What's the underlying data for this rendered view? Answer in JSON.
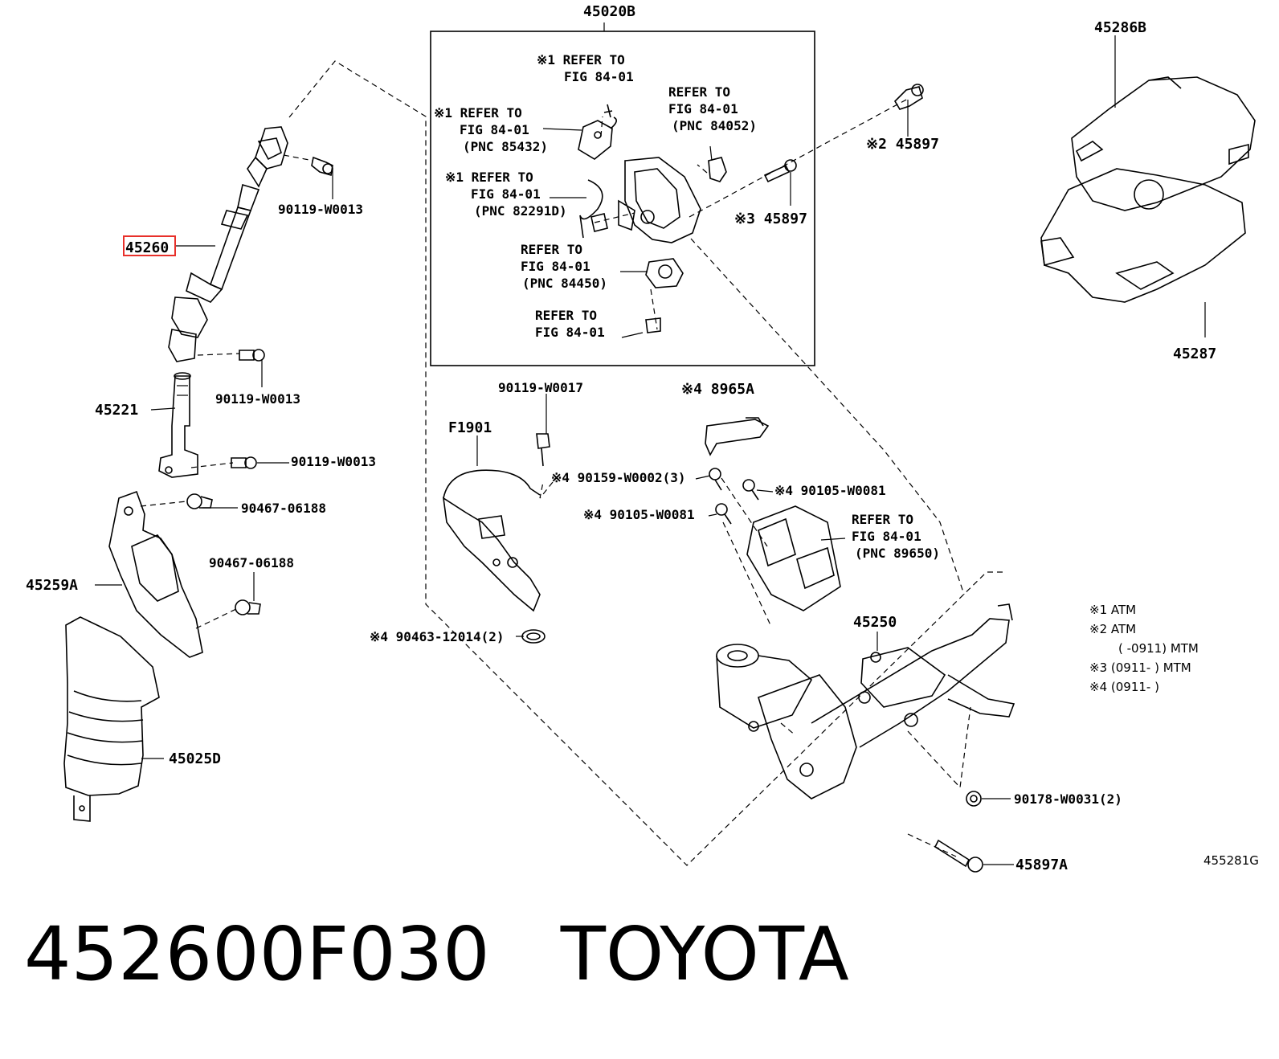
{
  "diagram": {
    "ref_code": "455281G",
    "highlighted_part": "45260",
    "highlight_color": "#e8302a",
    "group_box_label": "45020B",
    "callouts": [
      {
        "id": "c1",
        "text": "45020B"
      },
      {
        "id": "c2",
        "text": "45286B"
      },
      {
        "id": "c3",
        "text": "※2 45897"
      },
      {
        "id": "c4",
        "text": "※3 45897"
      },
      {
        "id": "c5",
        "text": "45287"
      },
      {
        "id": "c6",
        "text": "90119-W0013"
      },
      {
        "id": "c7",
        "text": "45260"
      },
      {
        "id": "c8",
        "text": "90119-W0013"
      },
      {
        "id": "c9",
        "text": "45221"
      },
      {
        "id": "c10",
        "text": "90119-W0013"
      },
      {
        "id": "c11",
        "text": "90467-06188"
      },
      {
        "id": "c12",
        "text": "90467-06188"
      },
      {
        "id": "c13",
        "text": "45259A"
      },
      {
        "id": "c14",
        "text": "45025D"
      },
      {
        "id": "c15",
        "text": "90119-W0017"
      },
      {
        "id": "c16",
        "text": "F1901"
      },
      {
        "id": "c17",
        "text": "※4 8965A"
      },
      {
        "id": "c18",
        "text": "※4 90159-W0002(3)"
      },
      {
        "id": "c19",
        "text": "※4 90105-W0081"
      },
      {
        "id": "c20",
        "text": "※4 90105-W0081"
      },
      {
        "id": "c21",
        "text": "※4 90463-12014(2)"
      },
      {
        "id": "c22",
        "text": "45250"
      },
      {
        "id": "c23",
        "text": "90178-W0031(2)"
      },
      {
        "id": "c24",
        "text": "45897A"
      }
    ],
    "refer_notes": [
      {
        "id": "r1",
        "lines": [
          "※1 REFER TO",
          "FIG 84-01"
        ]
      },
      {
        "id": "r2",
        "lines": [
          "※1 REFER TO",
          "FIG 84-01",
          "(PNC 85432)"
        ]
      },
      {
        "id": "r3",
        "lines": [
          "REFER TO",
          "FIG 84-01",
          "(PNC 84052)"
        ]
      },
      {
        "id": "r4",
        "lines": [
          "※1 REFER TO",
          "FIG 84-01",
          "(PNC 82291D)"
        ]
      },
      {
        "id": "r5",
        "lines": [
          "REFER TO",
          "FIG 84-01",
          "(PNC 84450)"
        ]
      },
      {
        "id": "r6",
        "lines": [
          "REFER TO",
          "FIG 84-01"
        ]
      },
      {
        "id": "r7",
        "lines": [
          "REFER TO",
          "FIG 84-01",
          "(PNC 89650)"
        ]
      }
    ],
    "legend": [
      "※1 ATM",
      "※2 ATM",
      "(    -0911) MTM",
      "※3 (0911-    ) MTM",
      "※4 (0911-    )"
    ]
  },
  "footer": {
    "part_number": "452600F030",
    "brand": "TOYOTA"
  }
}
